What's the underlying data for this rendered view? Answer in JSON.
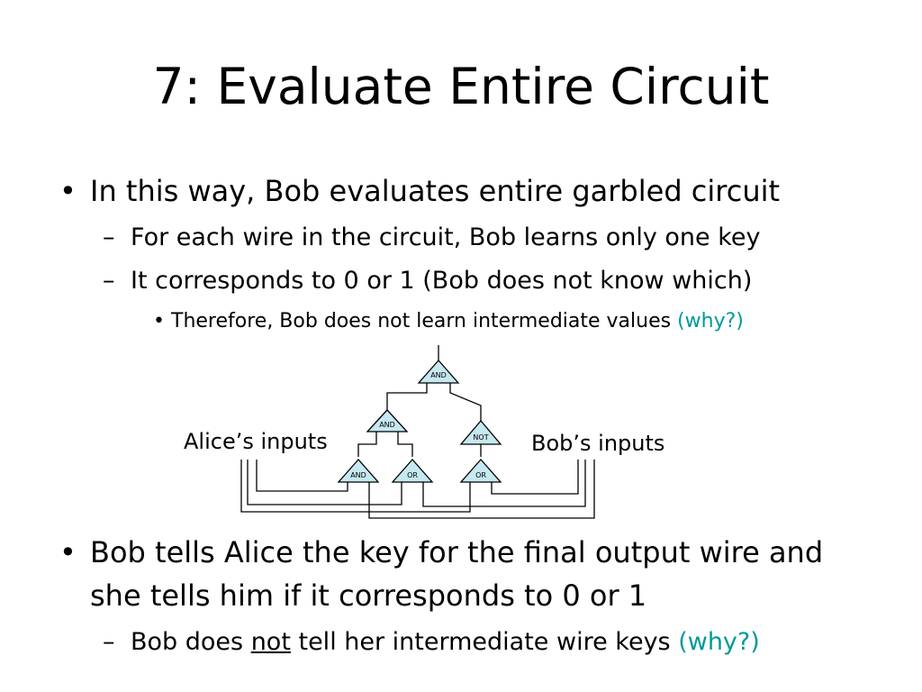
{
  "slide": {
    "title": "7: Evaluate Entire Circuit",
    "bullets": [
      {
        "marker": "•",
        "text": "In this way, Bob evaluates entire garbled circuit",
        "sub": [
          {
            "marker": "–",
            "text": "For each wire in the circuit, Bob learns only one key"
          },
          {
            "marker": "–",
            "text": "It corresponds to 0 or 1 (Bob does not know which)"
          }
        ],
        "subsub": [
          {
            "marker": "•",
            "text": "Therefore, Bob does not learn intermediate values ",
            "why": "(why?)"
          }
        ]
      },
      {
        "marker": "•",
        "line1": "Bob tells Alice the key for the final output wire and",
        "line2": "she tells him if it corresponds to 0 or 1",
        "sub": [
          {
            "marker": "–",
            "text_pre": "Bob does ",
            "text_underline": "not",
            "text_post": " tell her intermediate wire keys ",
            "why": "(why?)"
          }
        ]
      }
    ]
  },
  "diagram": {
    "alice_label": "Alice’s inputs",
    "bob_label": "Bob’s inputs",
    "gates": {
      "top": "AND",
      "mid_left": "AND",
      "mid_right": "NOT",
      "bottom_left": "AND",
      "bottom_mid": "OR",
      "bottom_right": "OR"
    },
    "gate_fill": "#c6e8f0"
  },
  "colors": {
    "accent": "#009999"
  }
}
